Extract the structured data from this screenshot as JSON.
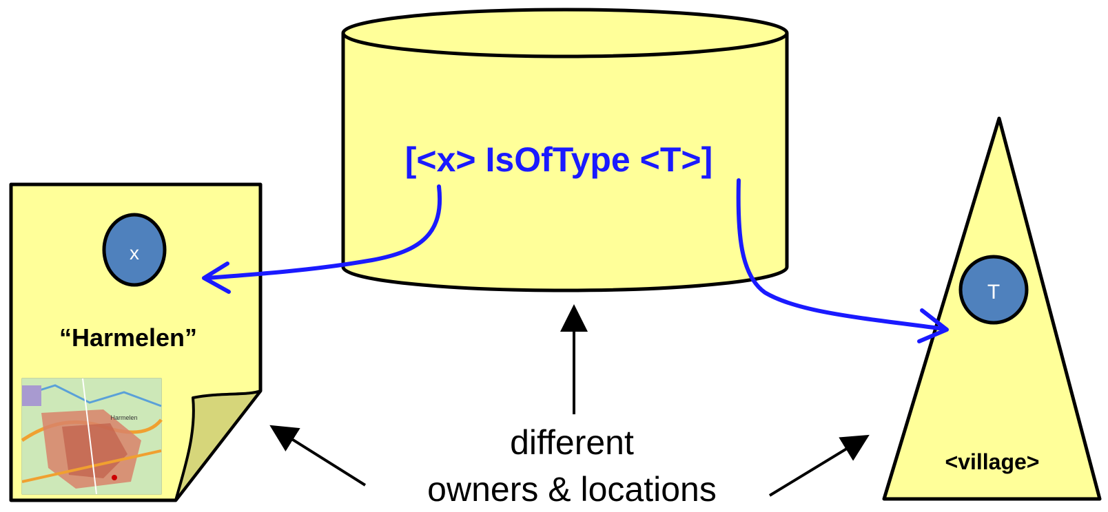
{
  "diagram": {
    "triple": "[<x> IsOfType <T>]",
    "document": {
      "node_label": "x",
      "title": "“Harmelen”",
      "map_label": "Harmelen"
    },
    "ontology": {
      "node_label": "T",
      "class_label": "<village>"
    },
    "caption": {
      "line1": "different",
      "line2": "owners & locations"
    },
    "colors": {
      "fill_yellow": "#ffff99",
      "folded_corner": "#d6d67a",
      "outline": "#000000",
      "arrow_blue": "#1a1aff",
      "node_blue": "#4f81bd",
      "text_white": "#ffffff"
    }
  }
}
